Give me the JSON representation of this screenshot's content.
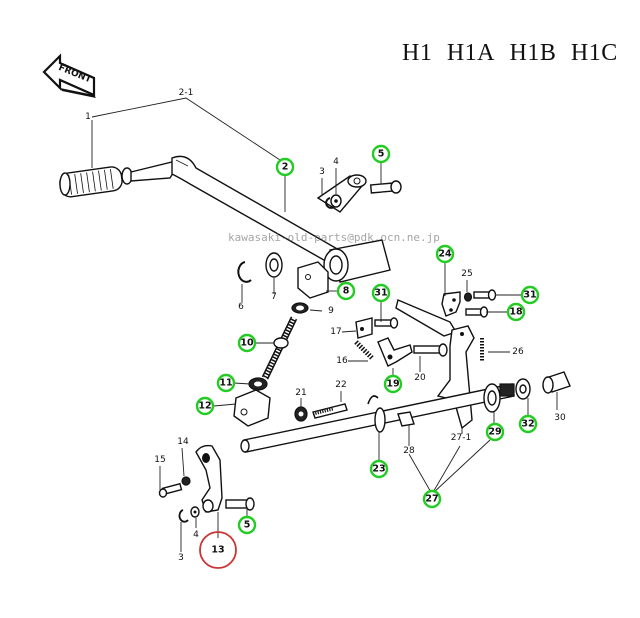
{
  "header": {
    "models": [
      "H1",
      "H1A",
      "H1B",
      "H1C"
    ]
  },
  "front_badge": {
    "label": "FRONT",
    "icon": "arrow-left-icon"
  },
  "watermark": "kawasaki-old-parts@pdk.ocn.ne.jp",
  "colors": {
    "highlight_ring": "#22cc22",
    "selected_ring": "#cc3333",
    "line": "#111111"
  },
  "callouts": {
    "c1": "1",
    "c2_1": "2-1",
    "c2": "2",
    "c3a": "3",
    "c4a": "4",
    "c5a": "5",
    "c6": "6",
    "c7": "7",
    "c8": "8",
    "c9": "9",
    "c10": "10",
    "c11": "11",
    "c12": "12",
    "c13": "13",
    "c14": "14",
    "c15": "15",
    "c3b": "3",
    "c4b": "4",
    "c5b": "5",
    "c16": "16",
    "c17": "17",
    "c18": "18",
    "c19": "19",
    "c20": "20",
    "c21": "21",
    "c22": "22",
    "c23": "23",
    "c24": "24",
    "c25": "25",
    "c26": "26",
    "c27": "27",
    "c27_1": "27-1",
    "c28": "28",
    "c29": "29",
    "c30": "30",
    "c31a": "31",
    "c31b": "31",
    "c32": "32"
  },
  "selected_part": "13"
}
